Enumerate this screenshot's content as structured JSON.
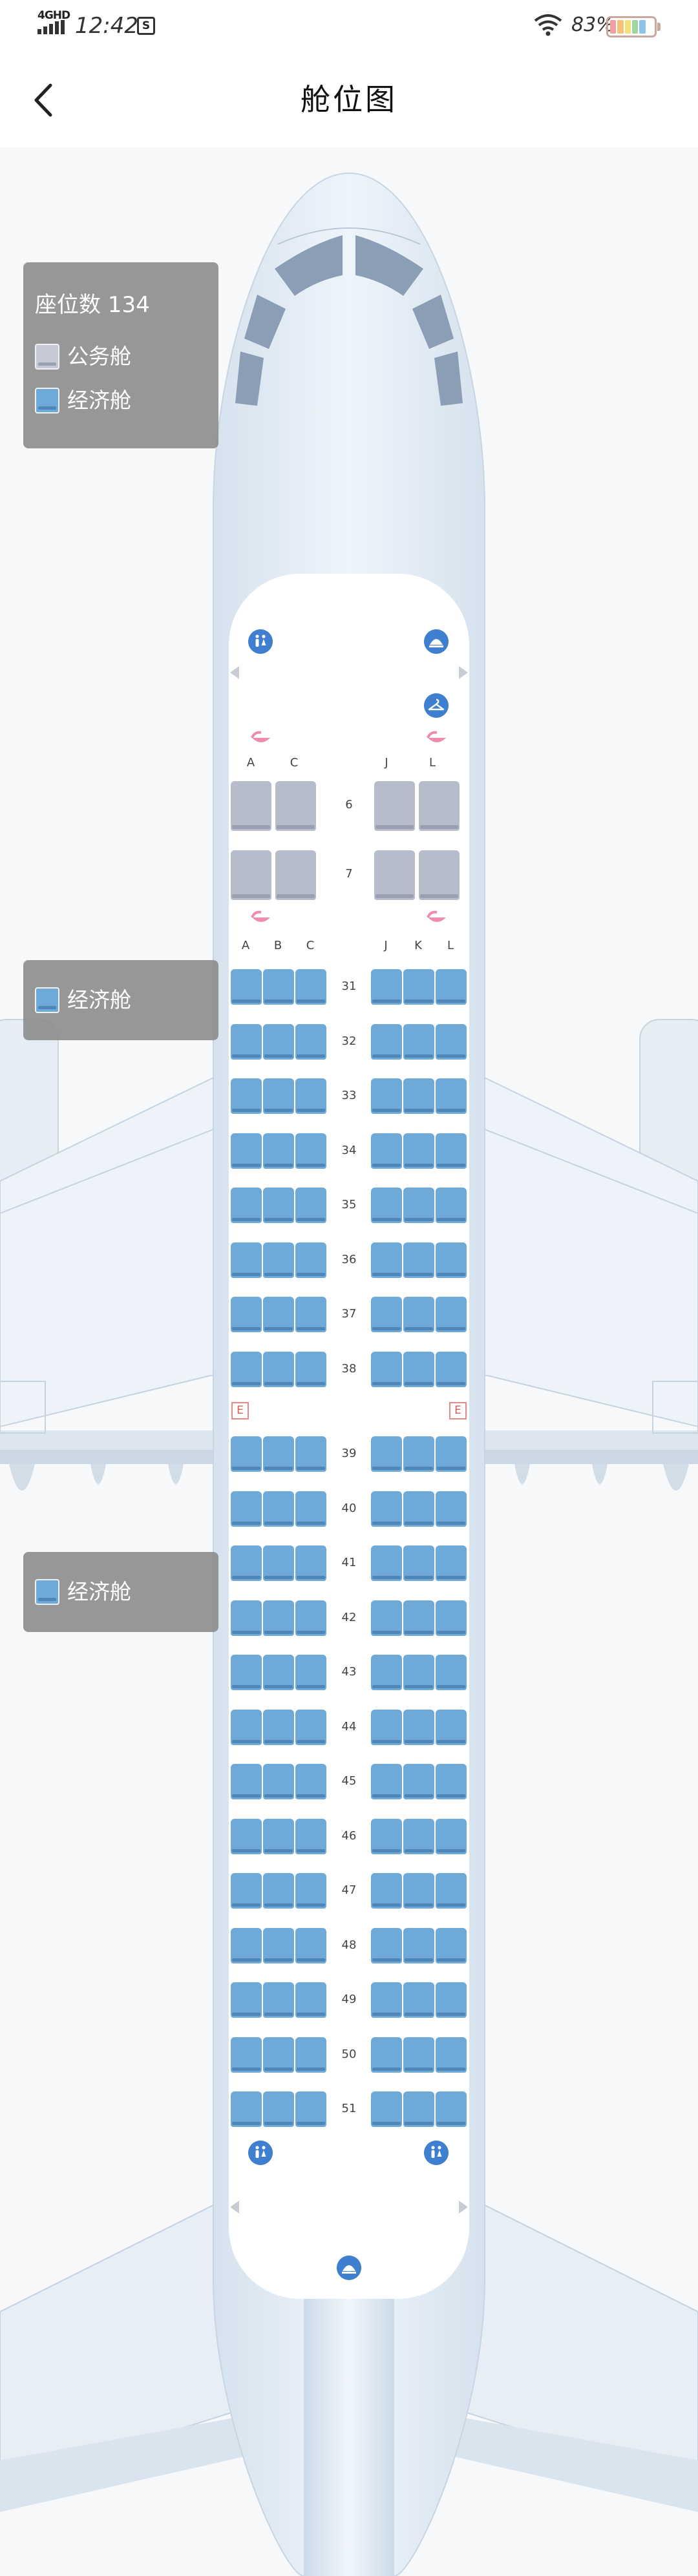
{
  "status_bar": {
    "network": "4GHD",
    "time": "12:42",
    "screenshot_glyph": "S",
    "battery_percent": "83%",
    "battery_level": 0.83,
    "icons": [
      "signal-icon",
      "screenshot-icon",
      "wifi-icon",
      "battery-icon"
    ]
  },
  "nav": {
    "back_icon": "chevron-left-icon",
    "title": "舱位图"
  },
  "legend": {
    "seat_count_label": "座位数 134",
    "business_label": "公务舱",
    "economy_label": "经济舱"
  },
  "cabin": {
    "business": {
      "columns_left": [
        "A",
        "C"
      ],
      "columns_right": [
        "J",
        "L"
      ],
      "rows": [
        "6",
        "7"
      ]
    },
    "economy": {
      "columns_left": [
        "A",
        "B",
        "C"
      ],
      "columns_right": [
        "J",
        "K",
        "L"
      ],
      "rows": [
        "31",
        "32",
        "33",
        "34",
        "35",
        "36",
        "37",
        "38",
        "39",
        "40",
        "41",
        "42",
        "43",
        "44",
        "45",
        "46",
        "47",
        "48",
        "49",
        "50",
        "51"
      ],
      "exit_label": "E",
      "exit_after_row": "38"
    },
    "facility_icons": [
      "lavatory-icon",
      "galley-icon",
      "coat-closet-icon",
      "bassinet-icon",
      "exit-icon"
    ]
  },
  "colors": {
    "economy_seat": "#6fa9d8",
    "business_seat": "#b7bccb",
    "facility_icon": "#3e7fcf",
    "bassinet": "#f08bb0",
    "exit": "#e05a5a"
  }
}
